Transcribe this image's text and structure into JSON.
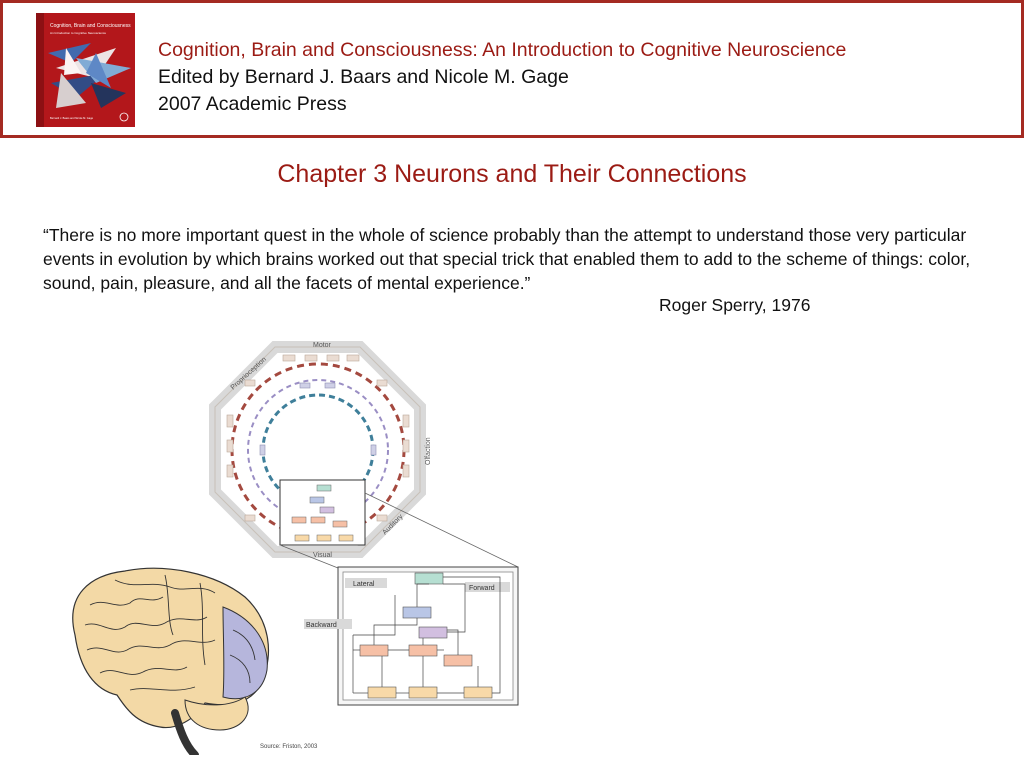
{
  "header": {
    "book_cover_title": "Cognition, Brain and Consciousness",
    "book_cover_subtitle": "An Introduction to Cognitive Neuroscience",
    "book_cover_authors": "Bernard J. Baars and Nicole M. Gage",
    "title": "Cognition, Brain and Consciousness: An Introduction to Cognitive Neuroscience",
    "editors": "Edited by Bernard J. Baars and Nicole M. Gage",
    "publisher": "2007 Academic Press"
  },
  "chapter_title": "Chapter 3 Neurons and Their Connections",
  "quote": "“There is no more important quest in the whole of science probably than the attempt to understand those very particular events in evolution by which brains worked out that special trick that enabled them to add to the scheme of things: color, sound, pain, pleasure, and all the facets of mental experience.”",
  "attribution": "Roger Sperry, 1976",
  "figure": {
    "label_motor": "Motor",
    "label_proprioception": "Proprioception",
    "label_olfaction": "Olfaction",
    "label_auditory": "Auditory",
    "label_visual": "Visual",
    "label_lateral": "Lateral",
    "label_forward": "Forward",
    "label_backward": "Backward",
    "source": "Source: Friston, 2003"
  },
  "colors": {
    "accent": "#9b1b14",
    "brain": "#f3d9a6",
    "occipital": "#b6b6dc"
  }
}
